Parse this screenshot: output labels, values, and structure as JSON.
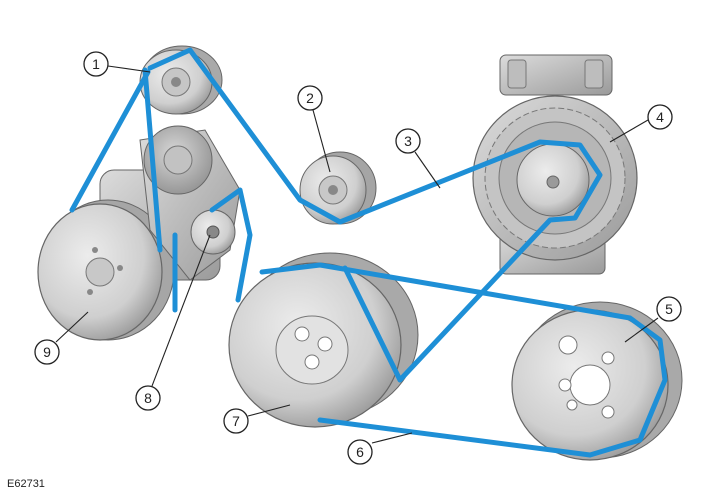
{
  "figure_ref": "E62731",
  "components": [
    {
      "id": "1",
      "label": "1"
    },
    {
      "id": "2",
      "label": "2"
    },
    {
      "id": "3",
      "label": "3"
    },
    {
      "id": "4",
      "label": "4"
    },
    {
      "id": "5",
      "label": "5"
    },
    {
      "id": "6",
      "label": "6"
    },
    {
      "id": "7",
      "label": "7"
    },
    {
      "id": "8",
      "label": "8"
    },
    {
      "id": "9",
      "label": "9"
    }
  ],
  "colors": {
    "belt": "#1e8fd6",
    "belt_edge": "#0a5f99",
    "part_fill": "#d4d4d4",
    "part_shade": "#a8a8a8",
    "outline": "#555555"
  }
}
